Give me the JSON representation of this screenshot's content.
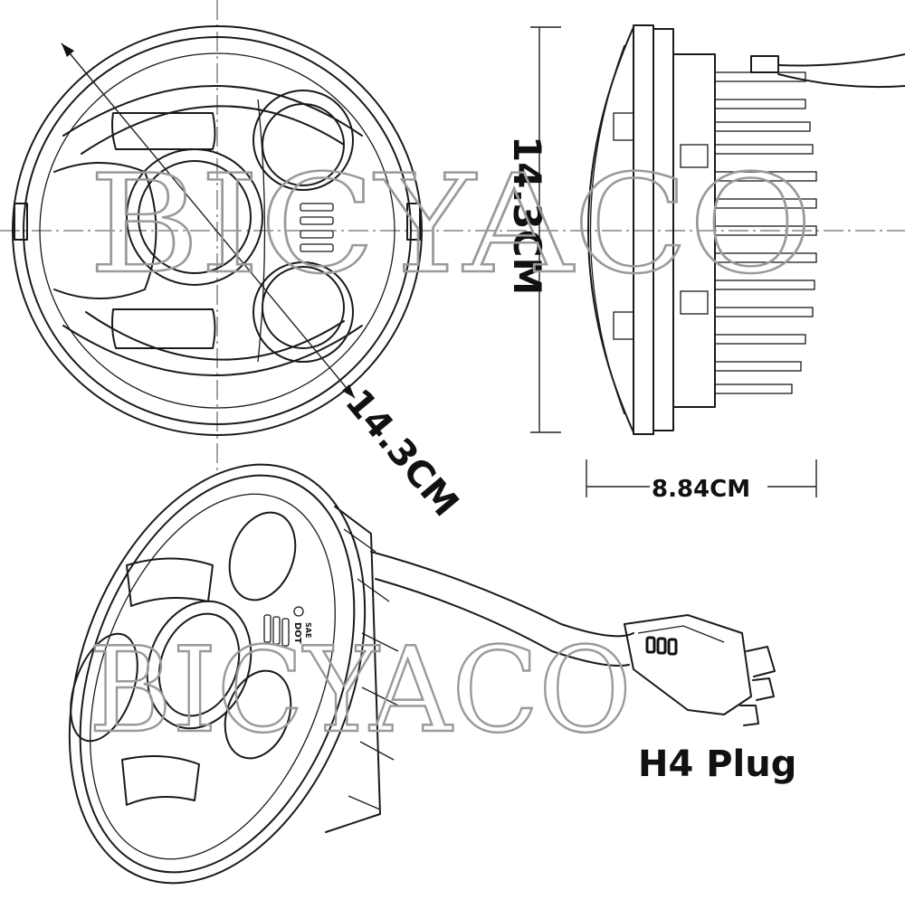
{
  "watermark": "BICYACO",
  "dimensions": {
    "front_diameter": "14.3CM",
    "side_height": "14.3CM",
    "side_depth": "8.84CM"
  },
  "labels": {
    "plug": "H4 Plug",
    "emblem": "DOT",
    "emblem_small": "SAE"
  }
}
